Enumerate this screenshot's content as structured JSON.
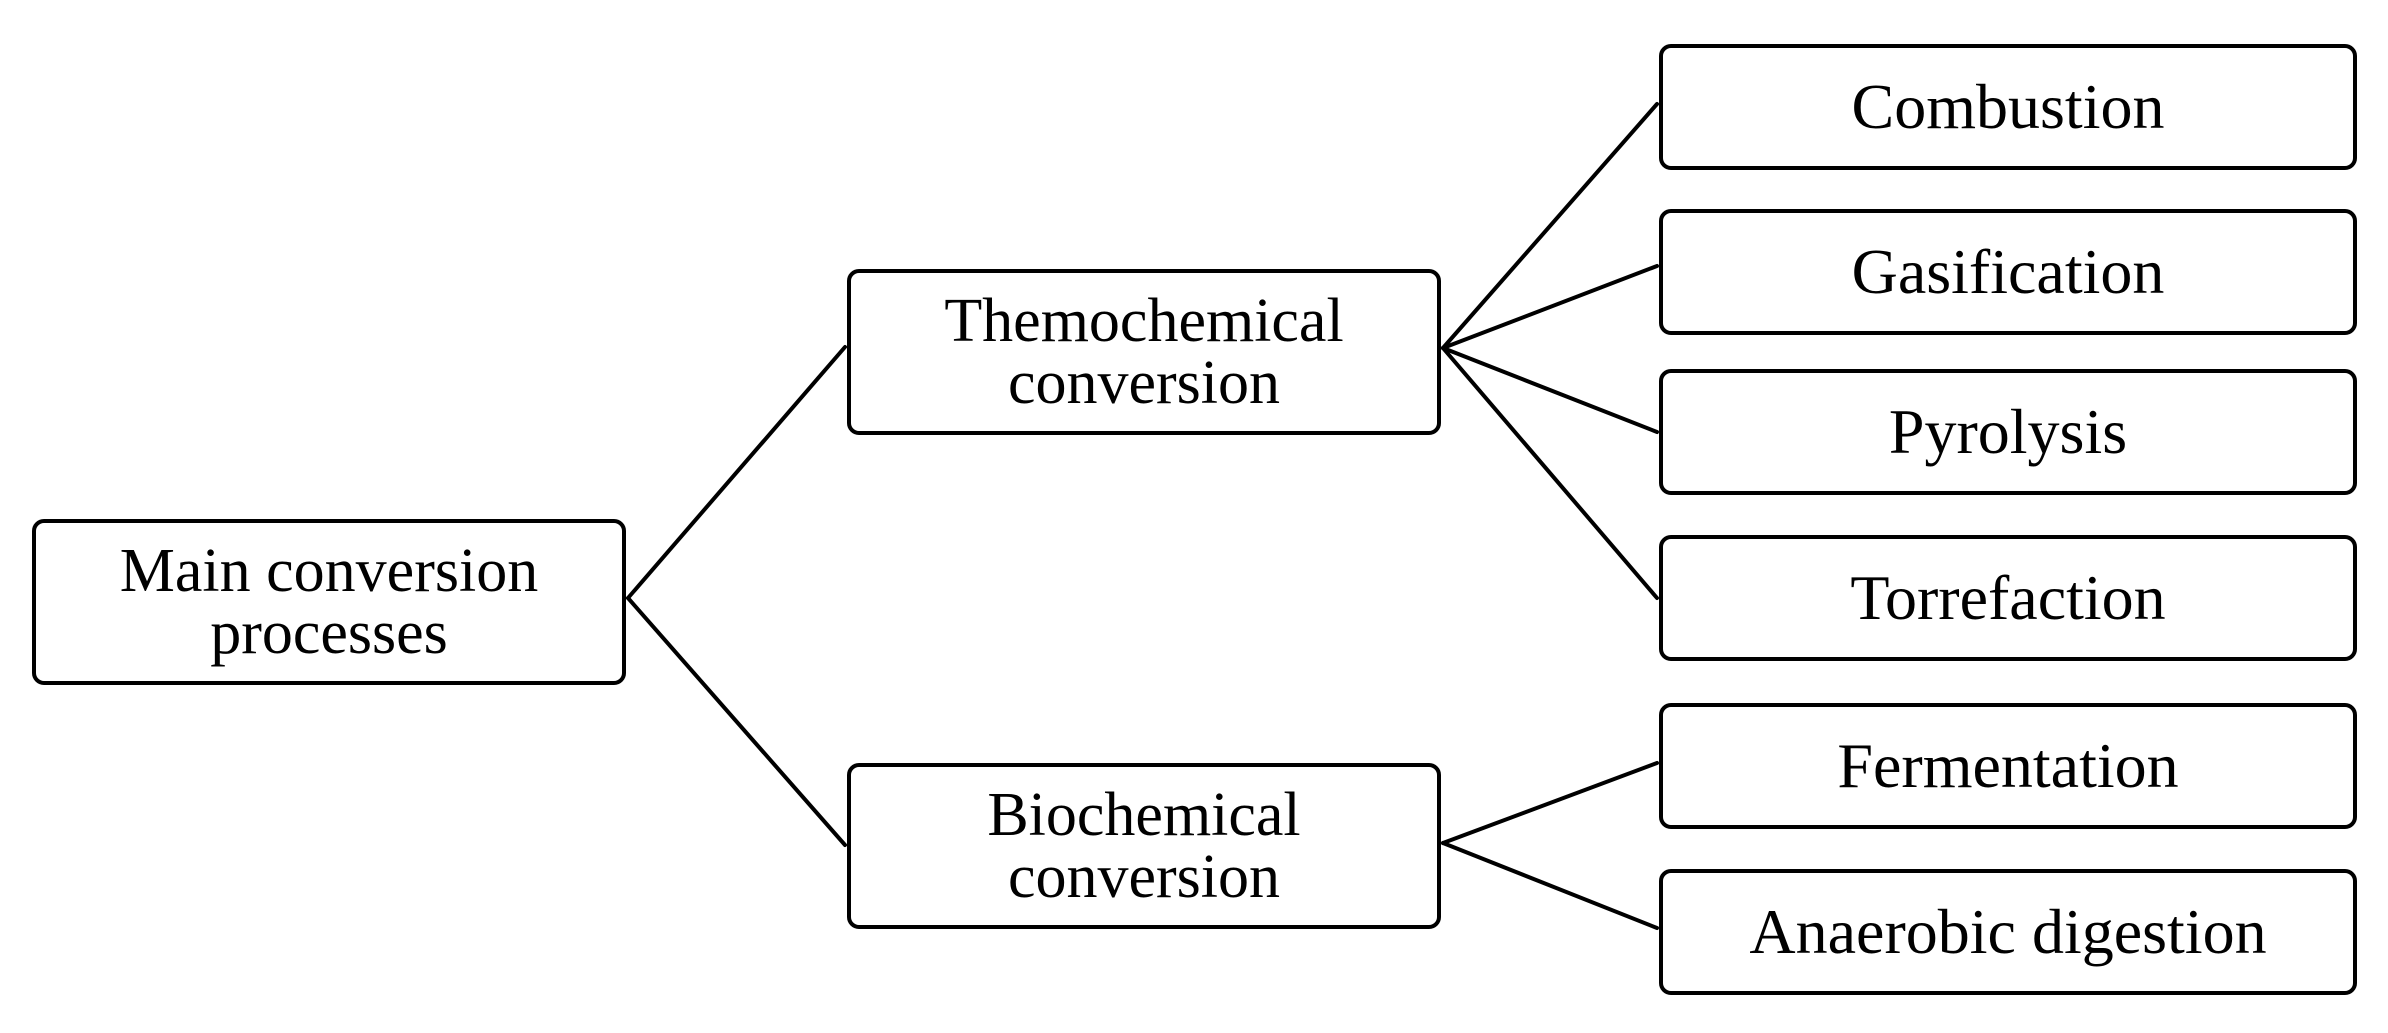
{
  "diagram": {
    "root": {
      "label_line1": "Main conversion",
      "label_line2": "processes"
    },
    "branches": [
      {
        "label_line1": "Themochemical",
        "label_line2": "conversion",
        "children": [
          "Combustion",
          "Gasification",
          "Pyrolysis",
          "Torrefaction"
        ]
      },
      {
        "label_line1": "Biochemical",
        "label_line2": "conversion",
        "children": [
          "Fermentation",
          "Anaerobic digestion"
        ]
      }
    ]
  }
}
